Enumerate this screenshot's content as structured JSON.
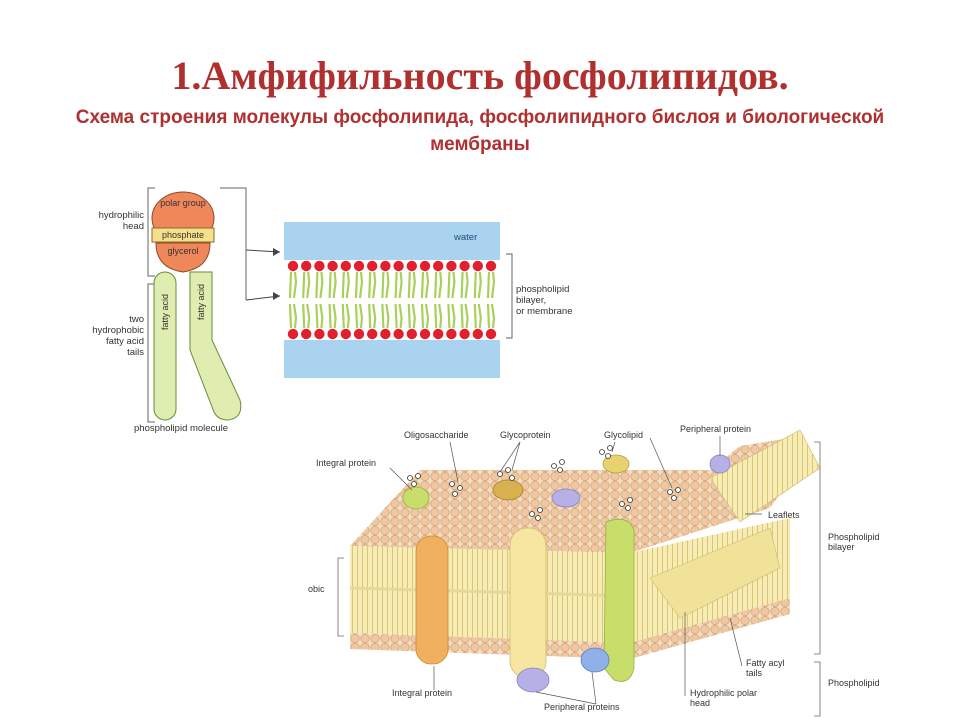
{
  "slide": {
    "title": "1.Амфифильность фосфолипидов.",
    "subtitle": "Схема строения молекулы фосфолипида, фосфолипидного бислоя и биологической мембраны"
  },
  "molecule_figure": {
    "head_parts": [
      "polar group",
      "phosphate",
      "glycerol"
    ],
    "tail_label": "fatty acid",
    "left_labels": {
      "hydrophilic_head": [
        "hydrophilic",
        "head"
      ],
      "hydrophobic_tails": [
        "two",
        "hydrophobic",
        "fatty acid",
        "tails"
      ]
    },
    "caption": "phospholipid molecule"
  },
  "bilayer_figure": {
    "water_label": "water",
    "side_label": [
      "phospholipid",
      "bilayer,",
      "or membrane"
    ]
  },
  "membrane_figure": {
    "labels": {
      "oligosaccharide": "Oligosaccharide",
      "glycoprotein": "Glycoprotein",
      "glycolipid": "Glycolipid",
      "peripheral_protein_top": "Peripheral protein",
      "integral_protein_top": "Integral protein",
      "leaflets": "Leaflets",
      "bilayer": [
        "Phospholipid",
        "bilayer"
      ],
      "hydrophobic_partial": "obic",
      "fatty_acyl_tails": [
        "Fatty acyl",
        "tails"
      ],
      "phospholipid": "Phospholipid",
      "integral_protein_bottom": "Integral protein",
      "peripheral_proteins_bottom": "Peripheral proteins",
      "hydrophilic_polar_head": [
        "Hydrophilic polar",
        "head"
      ]
    }
  },
  "colors": {
    "title": "#b03030",
    "water": "#a9d3ee",
    "head_red": "#e0202c",
    "tail_green": "#a9d05a",
    "molecule_head": "#f0875a",
    "molecule_tail": "#dfeeb0",
    "membrane_yellow": "#f6ecb4",
    "membrane_bead": "#f0c7a0",
    "protein_orange": "#f0b060",
    "protein_lime": "#c8de6a",
    "protein_lilac": "#b7b0e6",
    "protein_blue": "#8fb0e8"
  }
}
